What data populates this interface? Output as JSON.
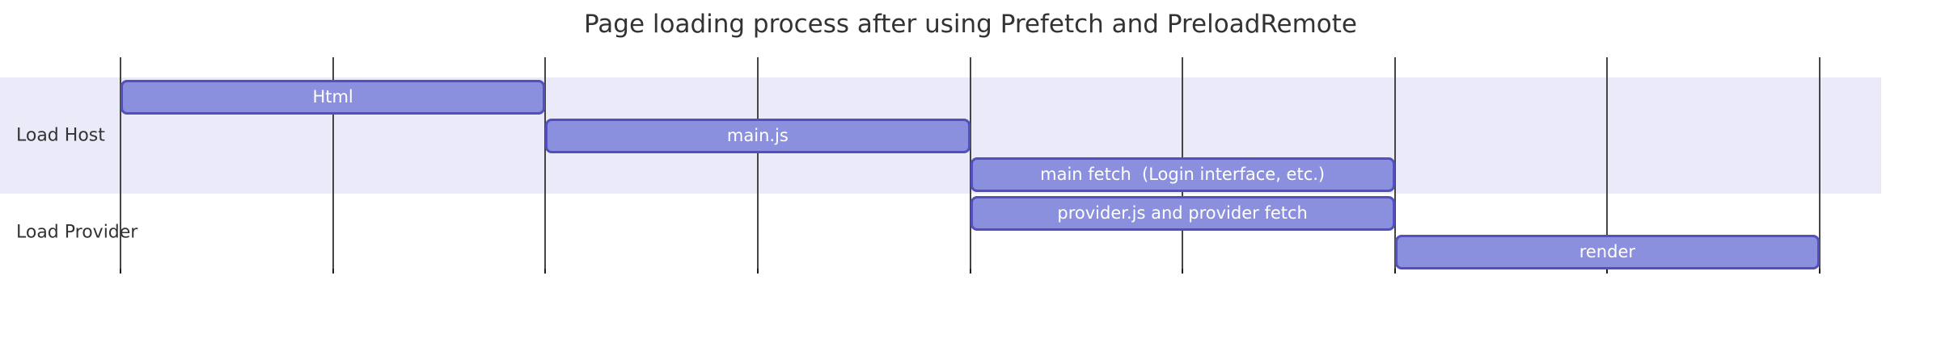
{
  "chart_data": {
    "type": "gantt",
    "title": "Page loading process after using Prefetch and PreloadRemote",
    "x_axis": {
      "gridline_count": 9,
      "total_intervals": 8,
      "tick_labels_visible": false
    },
    "legend_position": "none",
    "grid_on": true,
    "sections": [
      {
        "name": "Load Host",
        "band_color": "#eaeaf8",
        "tasks": [
          {
            "label": "Html",
            "start": 0,
            "end": 2
          },
          {
            "label": "main.js",
            "start": 2,
            "end": 4
          },
          {
            "label": "main fetch  (Login interface, etc.)",
            "start": 4,
            "end": 6
          }
        ]
      },
      {
        "name": "Load Provider",
        "band_color": "transparent",
        "tasks": [
          {
            "label": "provider.js and provider fetch",
            "start": 4,
            "end": 6
          },
          {
            "label": "render",
            "start": 6,
            "end": 8
          }
        ]
      }
    ],
    "colors": {
      "task_fill": "#8a90dd",
      "task_border": "#534fbc",
      "task_text": "#ffffff",
      "section_label_text": "#333333",
      "title_text": "#333333",
      "grid_line": "#454545",
      "grid_tick_end": "#1f1f1f",
      "background": "#ffffff"
    }
  }
}
